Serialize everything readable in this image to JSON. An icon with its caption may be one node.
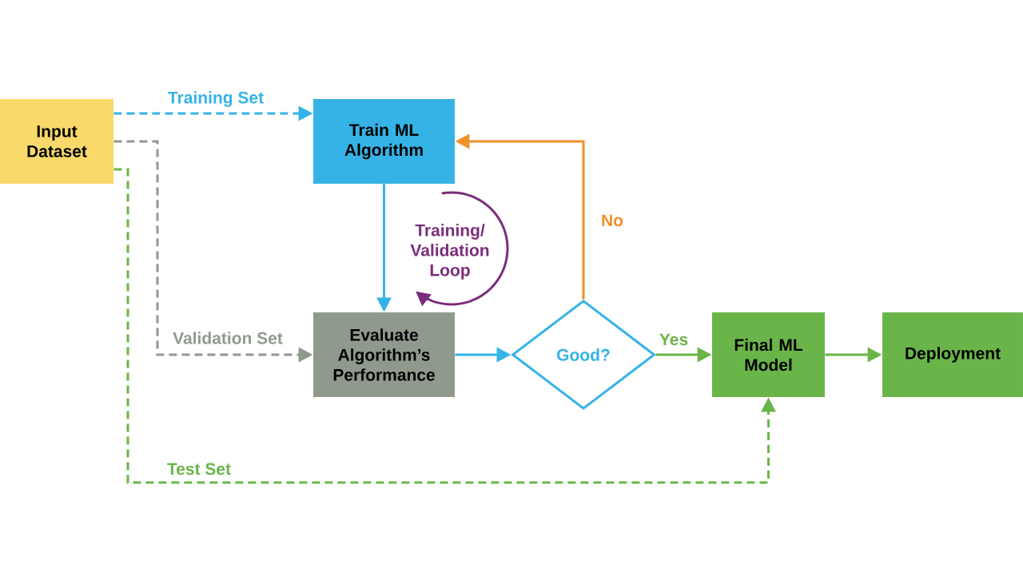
{
  "diagram": {
    "nodes": [
      {
        "text": [
          "Input Dataset"
        ]
      },
      {
        "text": [
          "Train ML Algorithm"
        ]
      },
      {
        "text": [
          "Evaluate Algorithm’s Performance"
        ]
      },
      {
        "text": [
          "Good?"
        ]
      },
      {
        "text": [
          "Final ML Model"
        ]
      },
      {
        "text": [
          "Deployment"
        ]
      }
    ],
    "edges": [
      {
        "from": 0,
        "to": 1,
        "arrow": "to",
        "label": "Training Set",
        "style": "dashed"
      },
      {
        "from": 0,
        "to": 2,
        "arrow": "to",
        "label": "Validation Set",
        "style": "dashed",
        "color": "#8f9a8c"
      },
      {
        "from": 0,
        "to": 4,
        "arrow": "to",
        "label": "Test Set",
        "style": "dashed",
        "color": "#6ab54a"
      },
      {
        "from": 1,
        "to": 2,
        "arrow": "to"
      },
      {
        "from": 2,
        "to": 3,
        "arrow": "to"
      },
      {
        "from": 3,
        "to": 1,
        "arrow": "to",
        "label": "No",
        "color": "#f0902a"
      },
      {
        "from": 3,
        "to": 4,
        "arrow": "to",
        "label": "Yes",
        "color": "#6ab54a"
      },
      {
        "from": 4,
        "to": 5,
        "arrow": "to",
        "color": "#6ab54a"
      }
    ],
    "labels": [
      "Training/ Validation Loop"
    ]
  }
}
